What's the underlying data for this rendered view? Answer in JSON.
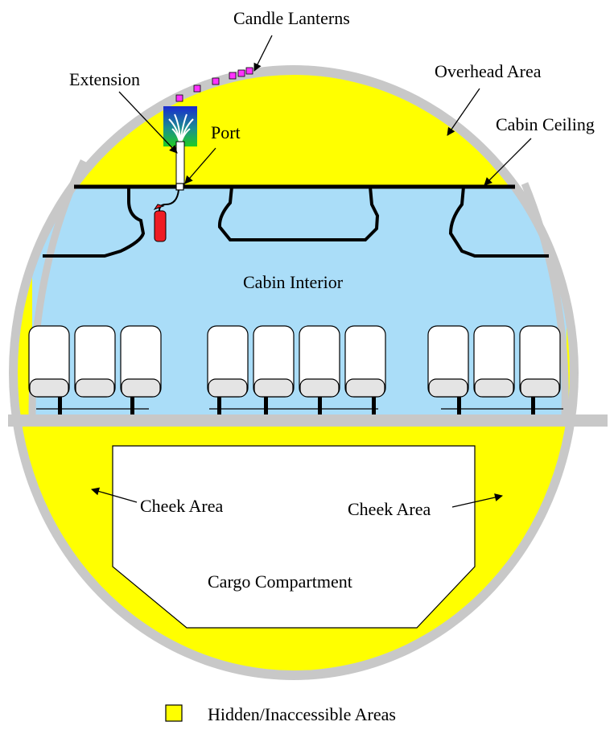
{
  "labels": {
    "candle_lanterns": "Candle Lanterns",
    "extension": "Extension",
    "overhead_area": "Overhead Area",
    "port": "Port",
    "cabin_ceiling": "Cabin Ceiling",
    "cabin_interior": "Cabin Interior",
    "cheek_area_left": "Cheek Area",
    "cheek_area_right": "Cheek Area",
    "cargo_compartment": "Cargo Compartment"
  },
  "legend": {
    "label": "Hidden/Inaccessible Areas"
  },
  "colors": {
    "hidden_area": "#ffff00",
    "cabin_interior": "#aaddf8",
    "fuselage": "#c8c8c8",
    "lantern": "#ff33ff",
    "extinguisher": "#ee1c24",
    "seat": "#ffffff",
    "seat_cushion": "#e4e4e4"
  },
  "icons": {
    "lantern": "candle-lantern-icon",
    "extinguisher": "fire-extinguisher-icon",
    "extension_nozzle": "extension-nozzle-icon",
    "port": "port-icon"
  }
}
